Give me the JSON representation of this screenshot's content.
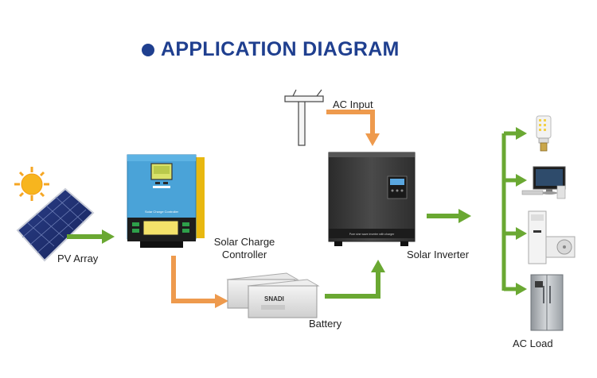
{
  "title": {
    "text": "APPLICATION DIAGRAM"
  },
  "labels": {
    "pv_array": "PV Array",
    "controller_line1": "Solar Charge",
    "controller_line2": "Controller",
    "ac_input": "AC Input",
    "battery": "Battery",
    "inverter": "Solar Inverter",
    "ac_load": "AC Load"
  },
  "device_text": {
    "controller_front": "Solar Charge Controller",
    "battery_brand": "SNADI",
    "inverter_front": "Pure sine wave inverter with charger"
  },
  "colors": {
    "title": "#1f3f8f",
    "green_arrow": "#6aa832",
    "orange_arrow": "#ee9a4d",
    "controller_body": "#4aa3d8",
    "controller_side": "#f0c419",
    "inverter_body": "#3a3a3a"
  },
  "icons": {
    "sun": "sun-icon",
    "solar_panel": "solar-panel-icon",
    "utility_pole": "utility-pole-icon",
    "lamp": "led-lamp-icon",
    "computer": "computer-icon",
    "air_conditioner": "air-conditioner-icon",
    "refrigerator": "refrigerator-icon"
  }
}
